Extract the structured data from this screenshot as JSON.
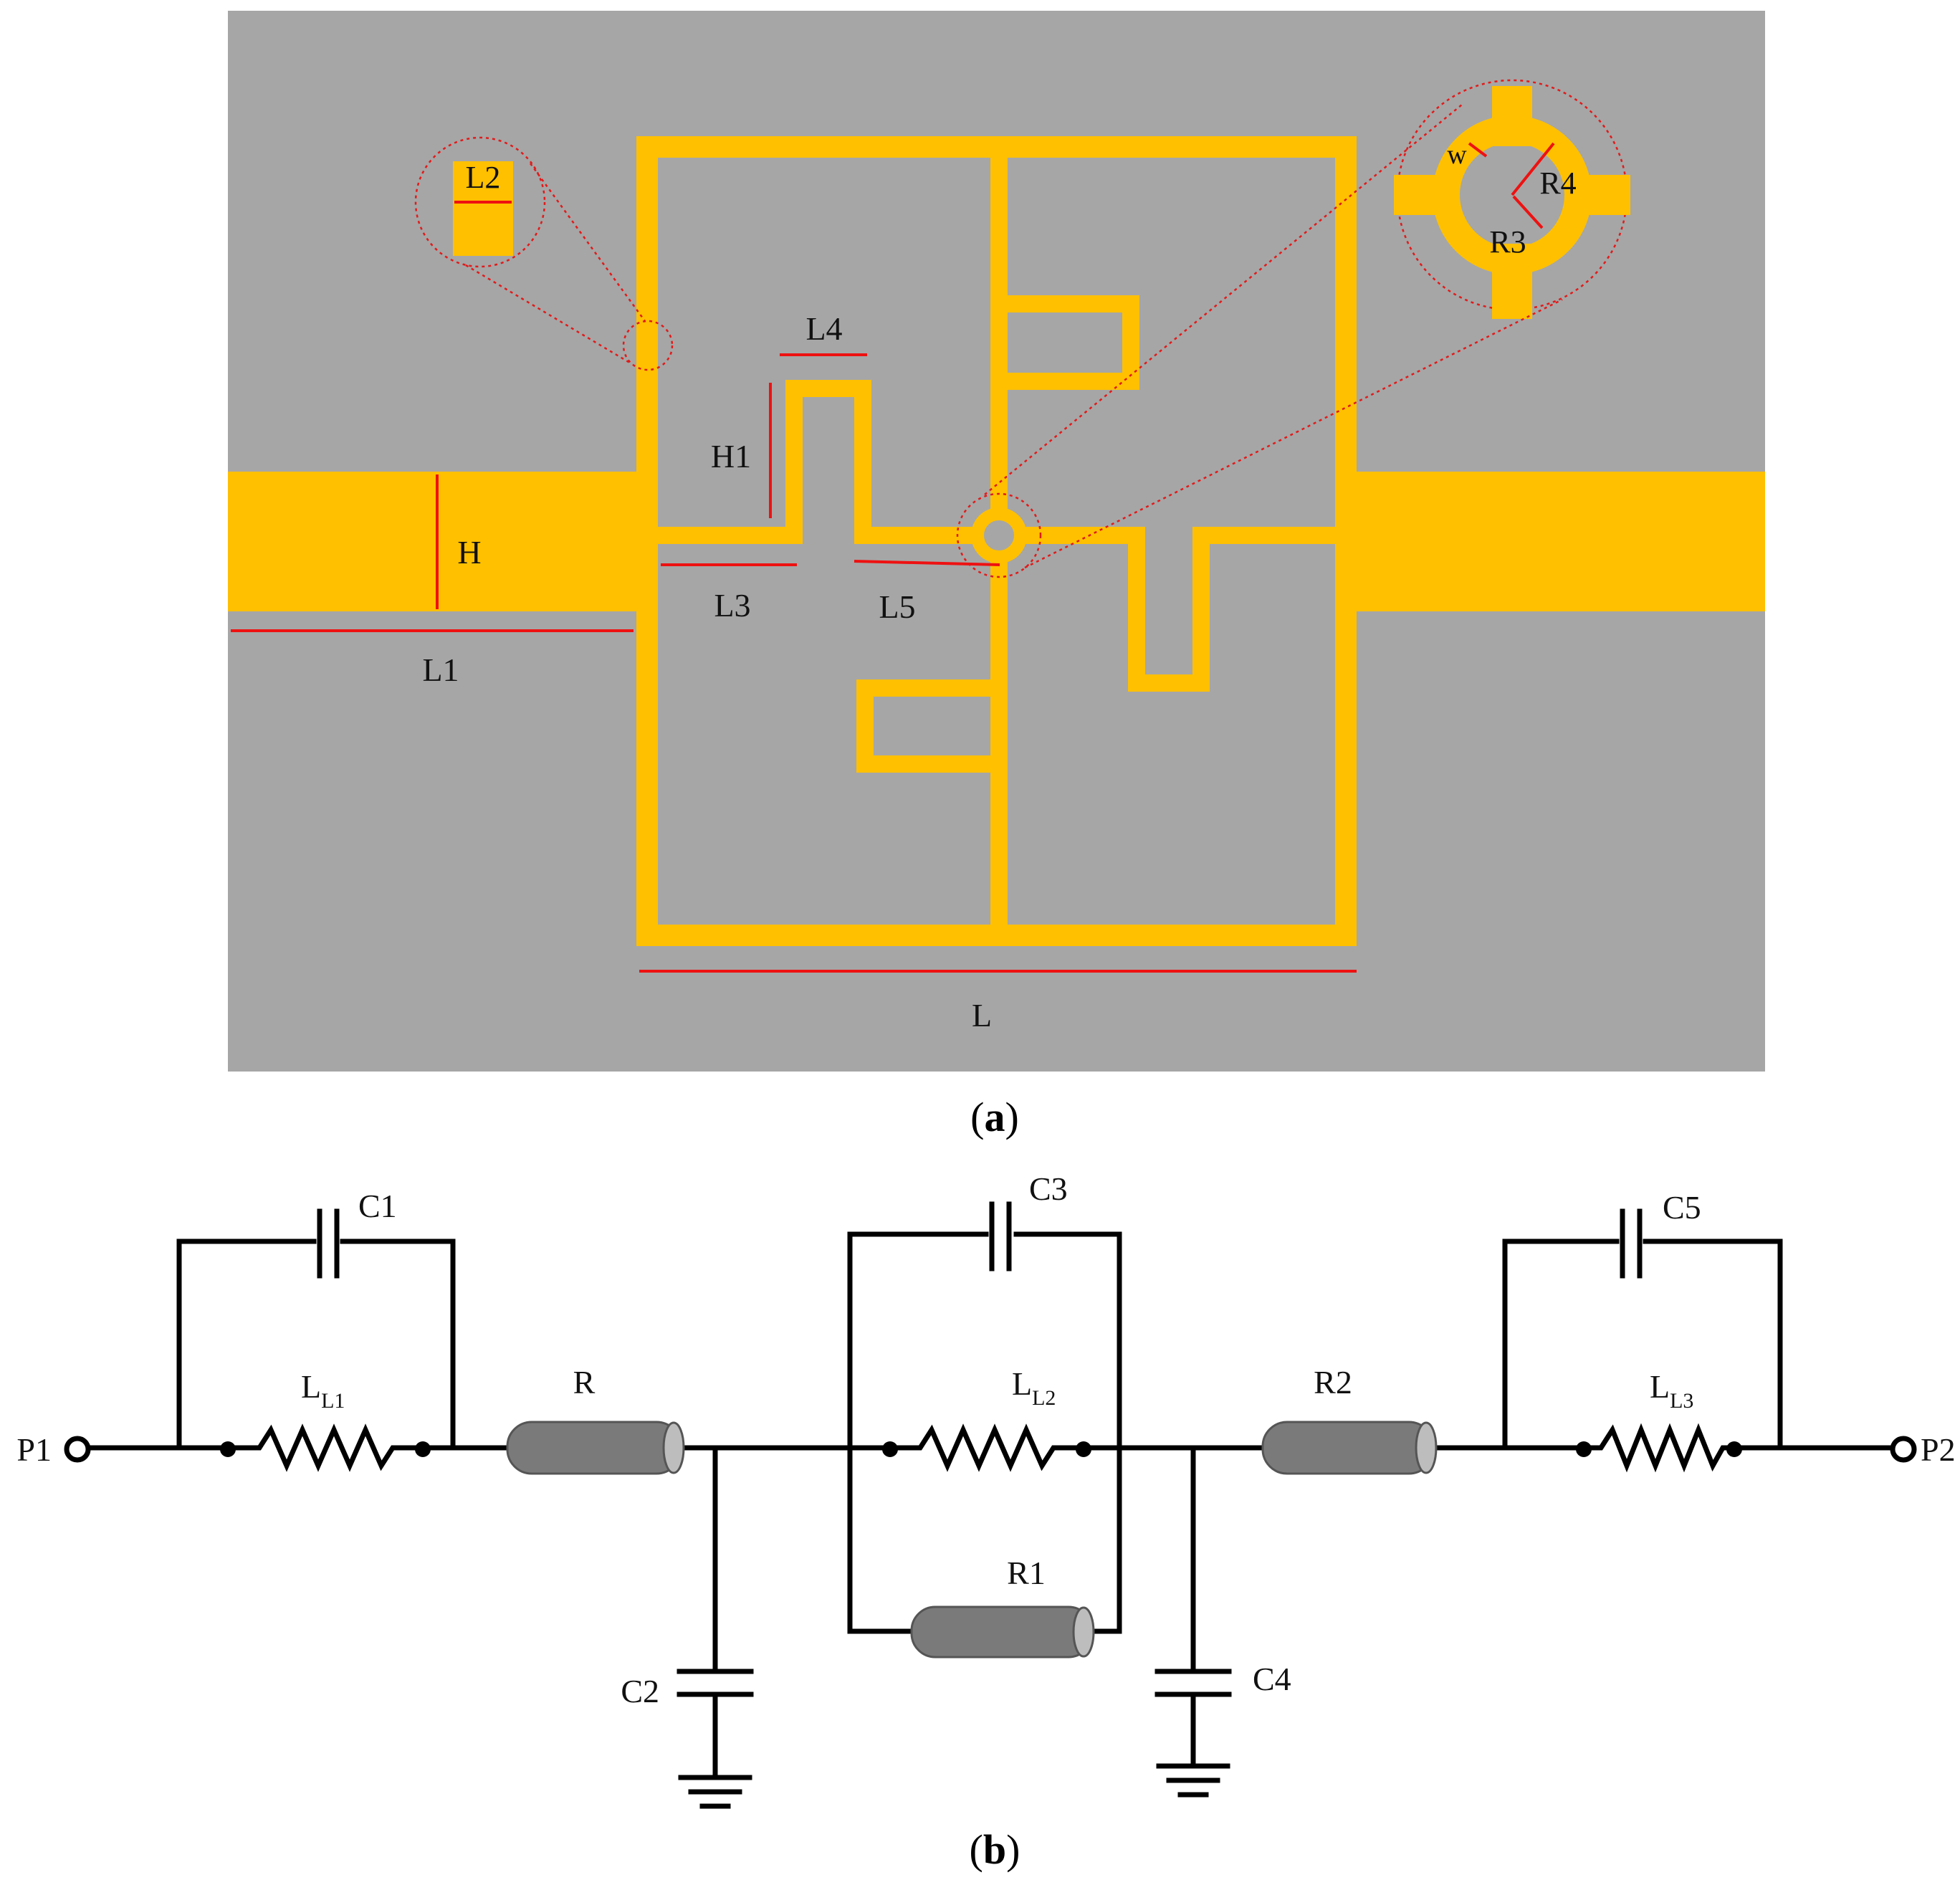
{
  "colors": {
    "substrate": "#a6a6a6",
    "trace": "#ffc000",
    "dimension": "#ee1111",
    "wire": "#000000",
    "resistor": "#7a7a7a"
  },
  "panel_a": {
    "caption": {
      "open": "(",
      "letter": "a",
      "close": ")"
    },
    "labels": {
      "L": "L",
      "L1": "L1",
      "L2": "L2",
      "L3": "L3",
      "L4": "L4",
      "L5": "L5",
      "H": "H",
      "H1": "H1",
      "R3": "R3",
      "R4": "R4",
      "w": "w"
    }
  },
  "panel_b": {
    "caption": {
      "open": "(",
      "letter": "b",
      "close": ")"
    },
    "ports": {
      "p1": "P1",
      "p2": "P2"
    },
    "capacitors": {
      "c1": "C1",
      "c2": "C2",
      "c3": "C3",
      "c4": "C4",
      "c5": "C5"
    },
    "inductors": {
      "l1": {
        "base": "L",
        "sub": "L1"
      },
      "l2": {
        "base": "L",
        "sub": "L2"
      },
      "l3": {
        "base": "L",
        "sub": "L3"
      }
    },
    "resistors": {
      "r": "R",
      "r1": "R1",
      "r2": "R2"
    }
  }
}
